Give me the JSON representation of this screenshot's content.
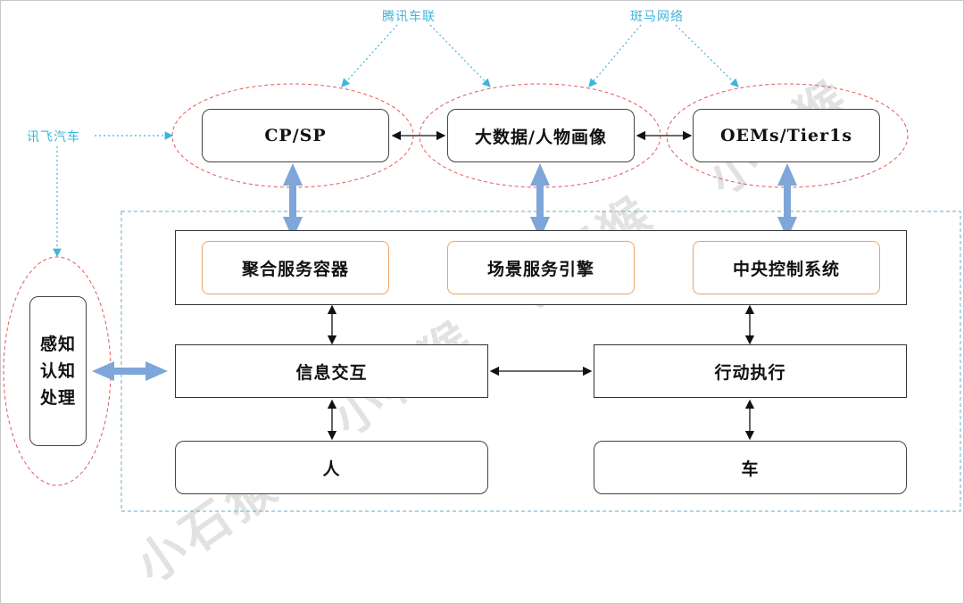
{
  "top": {
    "cp_sp": "CP/SP",
    "big_data": "大数据/人物画像",
    "oems": "OEMs/Tier1s"
  },
  "middle": {
    "aggregation": "聚合服务容器",
    "scene_engine": "场景服务引擎",
    "central_control": "中央控制系统"
  },
  "lower": {
    "info_interaction": "信息交互",
    "action_execution": "行动执行",
    "person": "人",
    "vehicle": "车"
  },
  "side": {
    "perception_lines": [
      "感知",
      "认知",
      "处理"
    ]
  },
  "annotations": {
    "tencent": "腾讯车联",
    "banma": "斑马网络",
    "iflytek": "讯飞汽车"
  },
  "watermark": "小石猴",
  "colors": {
    "ellipse": "#e05a5a",
    "dotted_blue": "#3fb4dd",
    "thick_arrow": "#7ea6d8",
    "orange_border": "#e8a46a",
    "group_dash": "#6aa9c9"
  }
}
